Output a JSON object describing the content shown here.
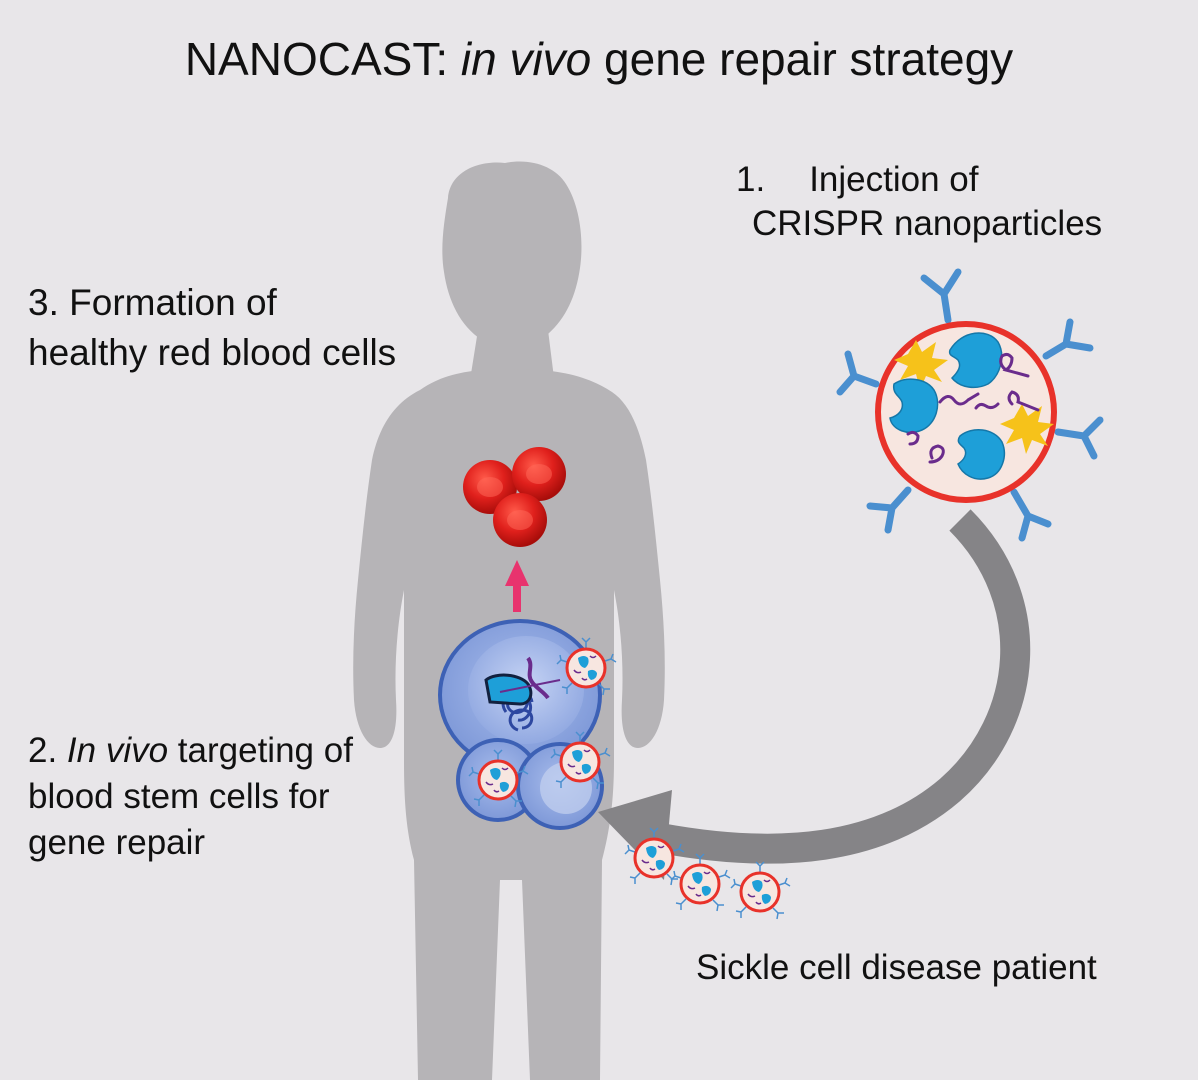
{
  "title": {
    "main": "NANOCAST: ",
    "italic": "in vivo",
    "rest": " gene repair strategy"
  },
  "step1": {
    "number": "1.",
    "line1": "Injection of",
    "line2": "CRISPR nanoparticles"
  },
  "step2": {
    "italic": "In vivo",
    "line1_rest": " targeting of",
    "line2": "blood stem cells for",
    "line3": "gene repair",
    "prefix": "2. "
  },
  "step3": {
    "line1": "3. Formation of",
    "line2": "healthy red blood cells"
  },
  "patient_label": "Sickle cell disease patient",
  "colors": {
    "background": "#e8e6e9",
    "silhouette": "#b6b4b7",
    "arrow": "#858487",
    "red_blood_cell": "#e0201c",
    "nanoparticle_rim": "#e8322a",
    "nanoparticle_fill": "#f7e6e0",
    "cas9_protein": "#1e9fd8",
    "rna_guide": "#6a2c8c",
    "antibody": "#4a8fcf",
    "stem_cell": "#7a9ad8",
    "up_arrow": "#e8336e"
  }
}
